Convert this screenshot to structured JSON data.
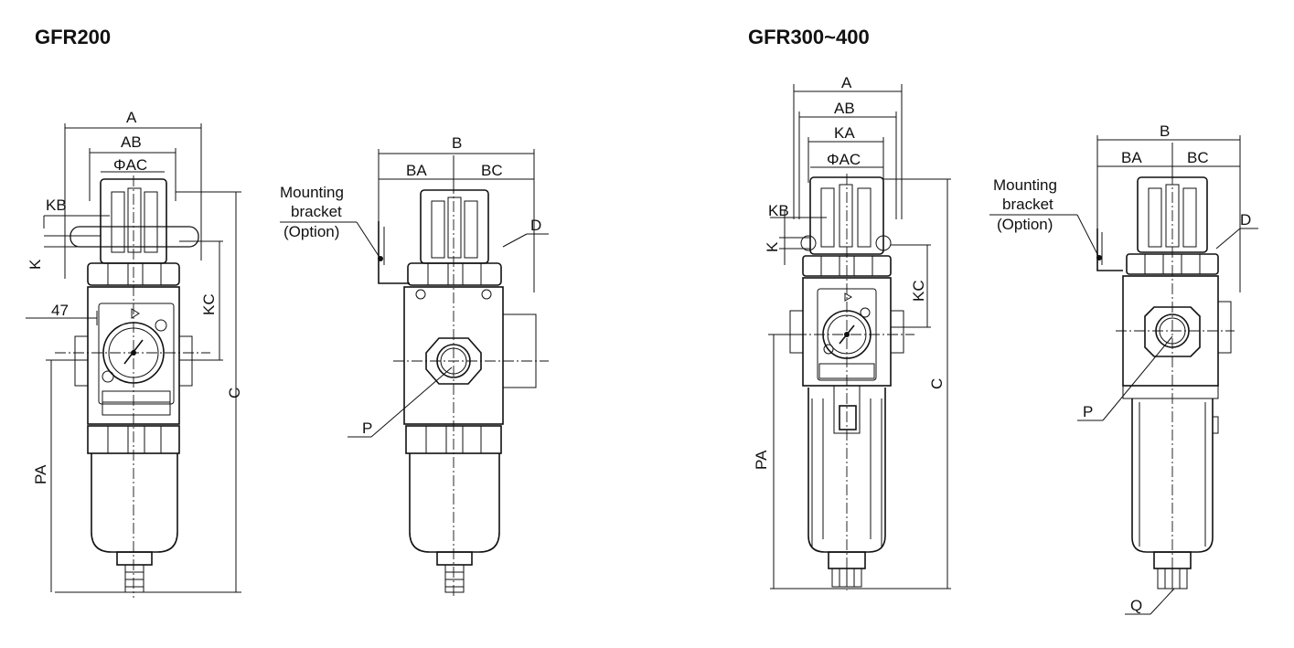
{
  "titles": {
    "left": "GFR200",
    "right": "GFR300~400"
  },
  "labels": {
    "A": "A",
    "AB": "AB",
    "AC": "ΦAC",
    "KA": "KA",
    "KB": "KB",
    "K": "K",
    "KC": "KC",
    "C": "C",
    "PA": "PA",
    "P": "P",
    "B": "B",
    "BA": "BA",
    "BC": "BC",
    "D": "D",
    "Q": "Q",
    "dim47": "47",
    "mount1": "Mounting",
    "mount2": "bracket",
    "mount3": "(Option)"
  }
}
